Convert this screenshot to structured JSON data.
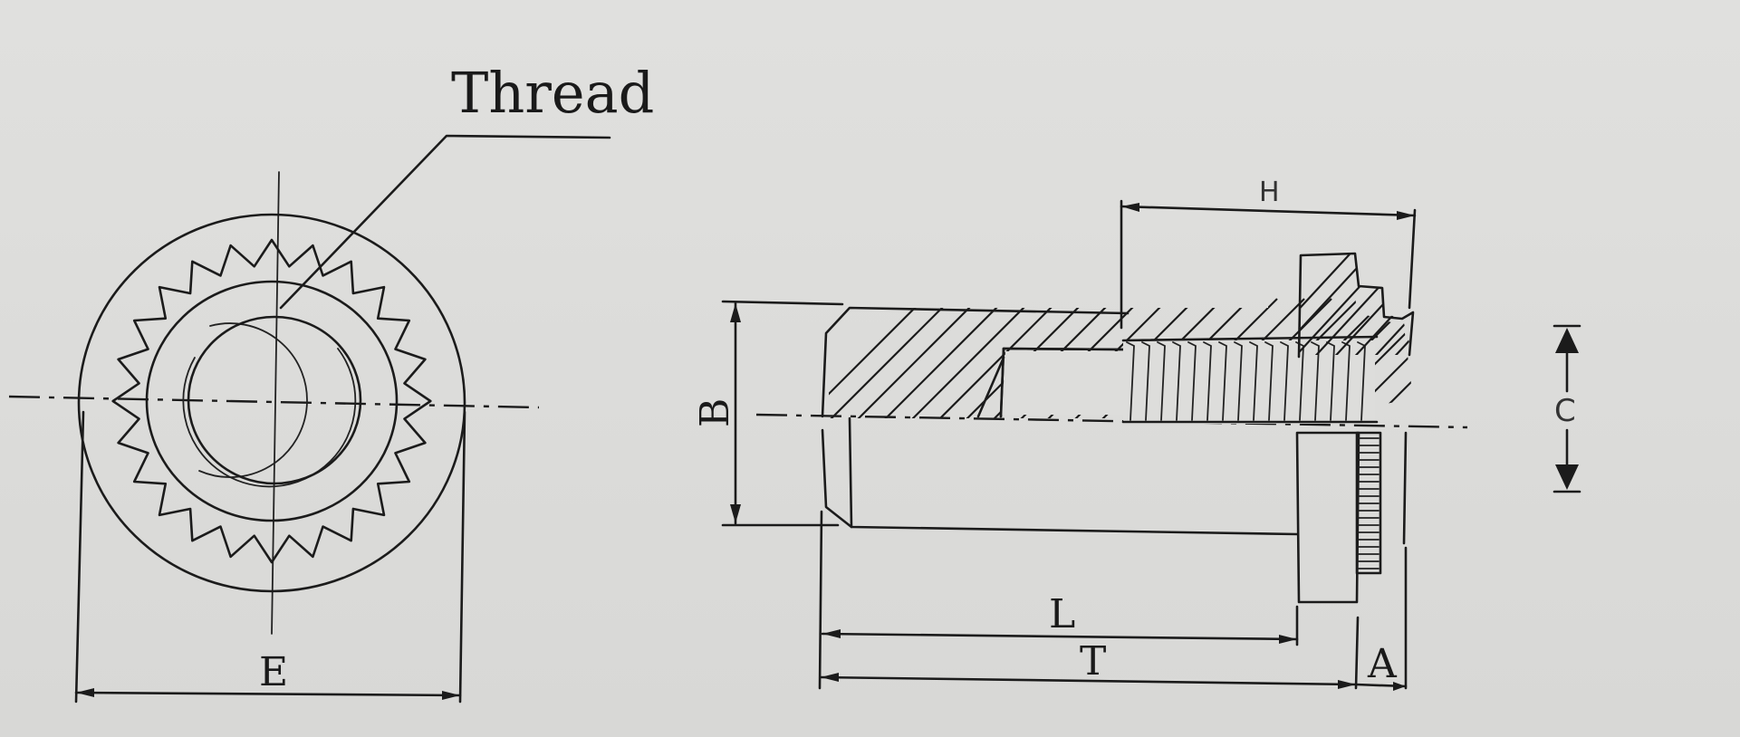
{
  "labels": {
    "thread": "Thread",
    "E": "E",
    "B": "B",
    "H": "H",
    "L": "L",
    "T": "T",
    "A": "A",
    "C": "C"
  }
}
